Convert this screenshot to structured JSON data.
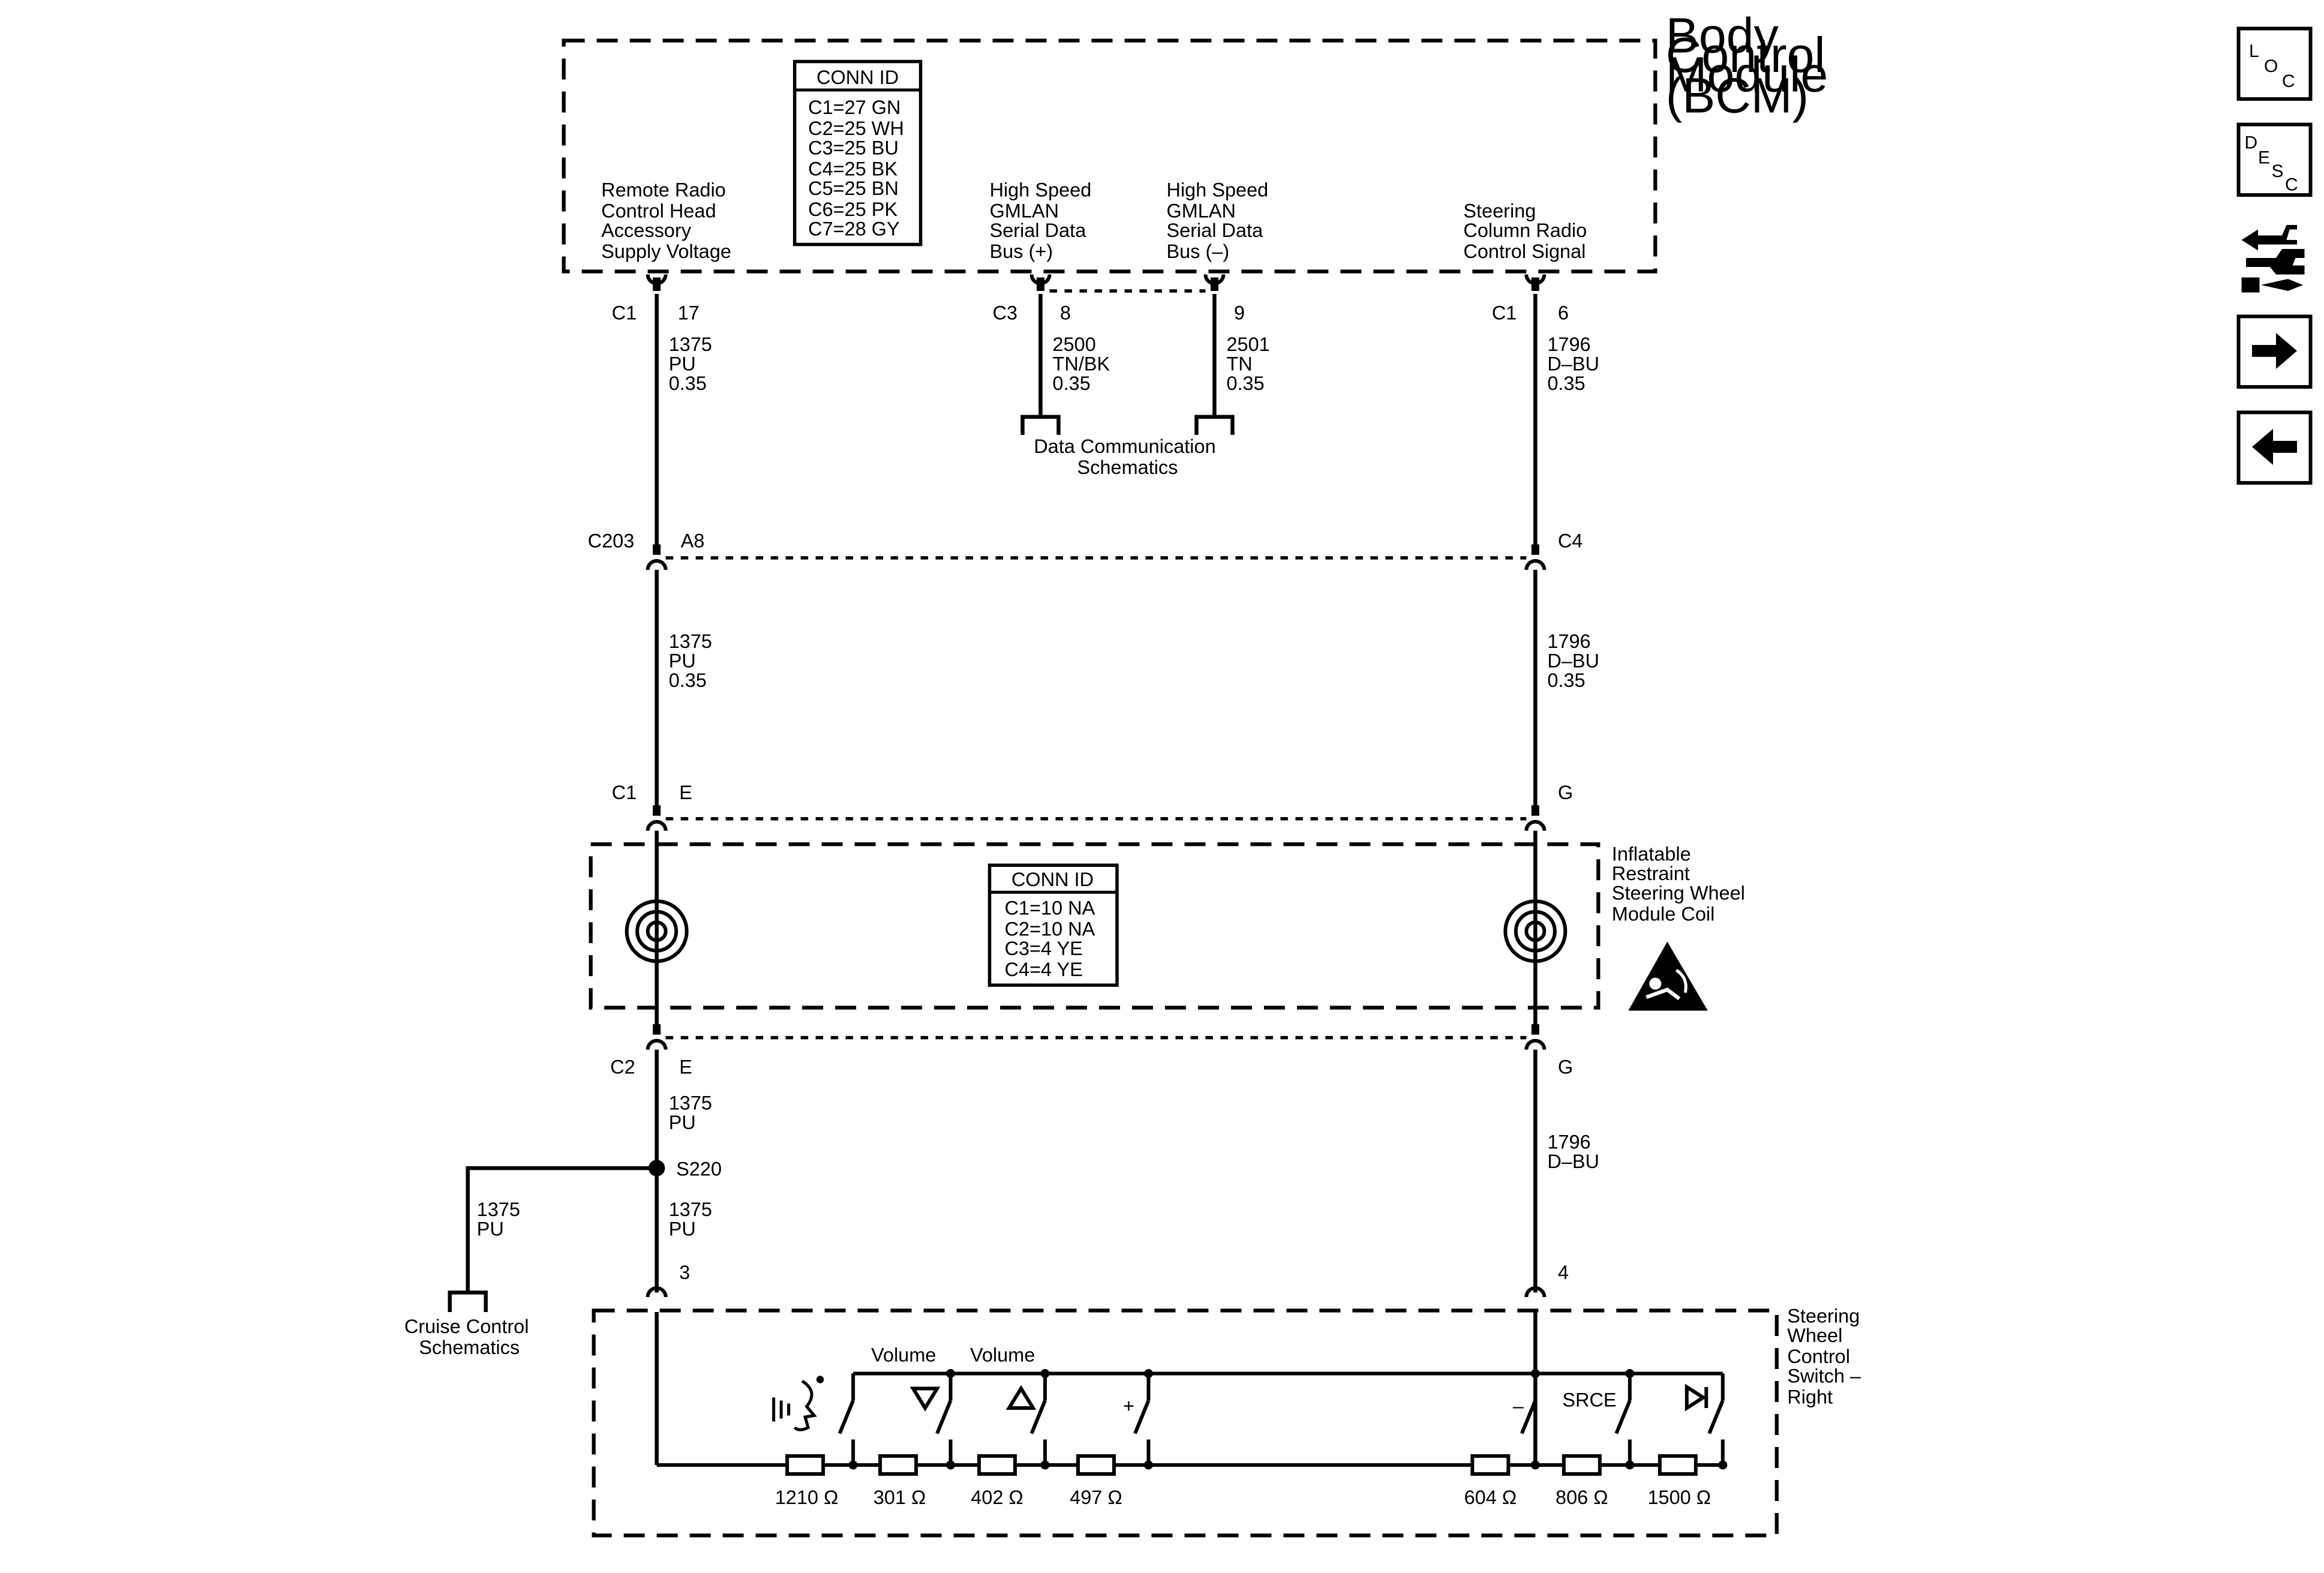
{
  "modules": {
    "bcm": [
      "Body",
      "Control",
      "Module",
      "(BCM)"
    ],
    "coil": [
      "Inflatable",
      "Restraint",
      "Steering Wheel",
      "Module Coil"
    ],
    "switch": [
      "Steering",
      "Wheel",
      "Control",
      "Switch –",
      "Right"
    ]
  },
  "bcm_conn_id": {
    "title": "CONN ID",
    "rows": [
      "C1=27 GN",
      "C2=25 WH",
      "C3=25 BU",
      "C4=25 BK",
      "C5=25 BN",
      "C6=25 PK",
      "C7=28 GY"
    ]
  },
  "coil_conn_id": {
    "title": "CONN ID",
    "rows": [
      "C1=10 NA",
      "C2=10 NA",
      "C3=4 YE",
      "C4=4 YE"
    ]
  },
  "bcm_signals": {
    "accessory": [
      "Remote Radio",
      "Control Head",
      "Accessory",
      "Supply Voltage"
    ],
    "gmlan_pos": [
      "High Speed",
      "GMLAN",
      "Serial Data",
      "Bus (+)"
    ],
    "gmlan_neg": [
      "High Speed",
      "GMLAN",
      "Serial Data",
      "Bus (–)"
    ],
    "steering": [
      "Steering",
      "Column Radio",
      "Control Signal"
    ]
  },
  "connectors": {
    "c1_17": {
      "conn": "C1",
      "pin": "17"
    },
    "c3_8": {
      "conn": "C3",
      "pin": "8"
    },
    "c3_9": {
      "pin": "9"
    },
    "c1_6": {
      "conn": "C1",
      "pin": "6"
    },
    "c203_a8": {
      "conn": "C203",
      "pin": "A8"
    },
    "c4": {
      "pin": "C4"
    },
    "coil_c1_e": {
      "conn": "C1",
      "pin": "E"
    },
    "coil_c1_g": {
      "pin": "G"
    },
    "coil_c2_e": {
      "conn": "C2",
      "pin": "E"
    },
    "coil_c2_g": {
      "pin": "G"
    },
    "sw_3": {
      "pin": "3"
    },
    "sw_4": {
      "pin": "4"
    }
  },
  "wires": {
    "w1375_a": [
      "1375",
      "PU",
      "0.35"
    ],
    "w2500": [
      "2500",
      "TN/BK",
      "0.35"
    ],
    "w2501": [
      "2501",
      "TN",
      "0.35"
    ],
    "w1796_a": [
      "1796",
      "D–BU",
      "0.35"
    ],
    "w1375_b": [
      "1375",
      "PU",
      "0.35"
    ],
    "w1796_b": [
      "1796",
      "D–BU",
      "0.35"
    ],
    "w1375_c": [
      "1375",
      "PU"
    ],
    "w1375_d": [
      "1375",
      "PU"
    ],
    "w1375_e": [
      "1375",
      "PU"
    ],
    "w1796_c": [
      "1796",
      "D–BU"
    ]
  },
  "splice": "S220",
  "references": {
    "data_comm": [
      "Data Communication",
      "Schematics"
    ],
    "cruise": [
      "Cruise Control",
      "Schematics"
    ]
  },
  "switch_labels": {
    "vol_down": "Volume",
    "vol_up": "Volume",
    "plus": "+",
    "minus": "–",
    "srce": "SRCE"
  },
  "resistors": [
    "1210 Ω",
    "301 Ω",
    "402 Ω",
    "497 Ω",
    "604 Ω",
    "806 Ω",
    "1500 Ω"
  ],
  "nav": {
    "loc": [
      "L",
      "O",
      "C"
    ],
    "desc": [
      "D",
      "E",
      "S",
      "C"
    ]
  }
}
